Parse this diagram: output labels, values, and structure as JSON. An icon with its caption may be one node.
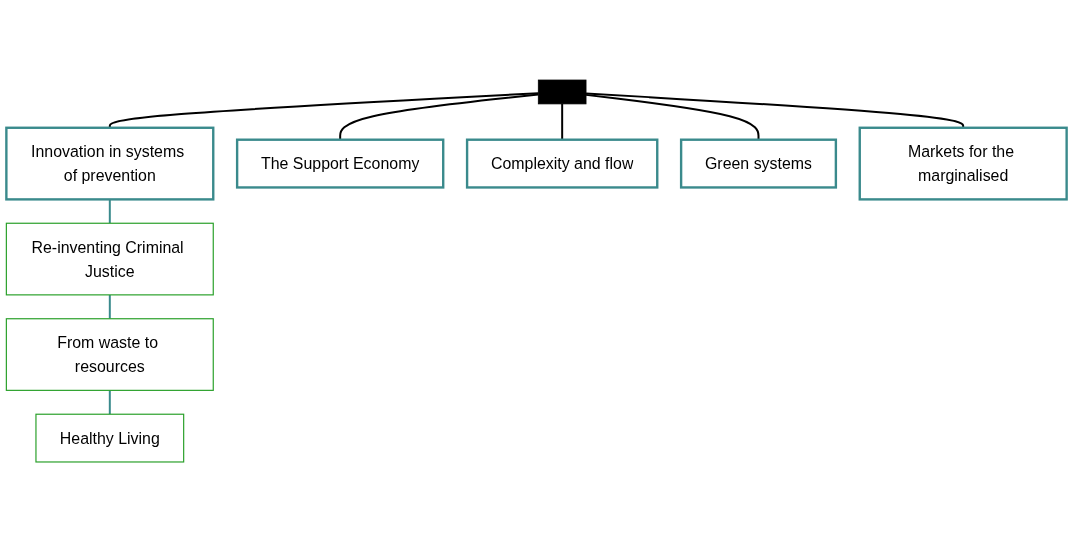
{
  "diagram": {
    "nodes": [
      {
        "text": [],
        "shape": "bar"
      },
      {
        "text": [
          "Innovation in systems of prevention"
        ]
      },
      {
        "text": [
          "The Support Economy"
        ]
      },
      {
        "text": [
          "Complexity and flow"
        ]
      },
      {
        "text": [
          "Green systems"
        ]
      },
      {
        "text": [
          "Markets for the marginalised"
        ]
      },
      {
        "text": [
          "Re-inventing Criminal Justice"
        ]
      },
      {
        "text": [
          "From waste to resources"
        ]
      },
      {
        "text": [
          "Healthy Living"
        ]
      }
    ],
    "edges": [
      {
        "from": 0,
        "to": 1,
        "arrow": "none"
      },
      {
        "from": 0,
        "to": 2,
        "arrow": "none"
      },
      {
        "from": 0,
        "to": 3,
        "arrow": "none"
      },
      {
        "from": 0,
        "to": 4,
        "arrow": "none"
      },
      {
        "from": 0,
        "to": 5,
        "arrow": "none"
      },
      {
        "from": 1,
        "to": 6,
        "arrow": "none",
        "color": "#3a8a8c"
      },
      {
        "from": 6,
        "to": 7,
        "arrow": "none",
        "color": "#3a8a8c"
      },
      {
        "from": 7,
        "to": 8,
        "arrow": "none",
        "color": "#3a8a8c"
      }
    ]
  }
}
